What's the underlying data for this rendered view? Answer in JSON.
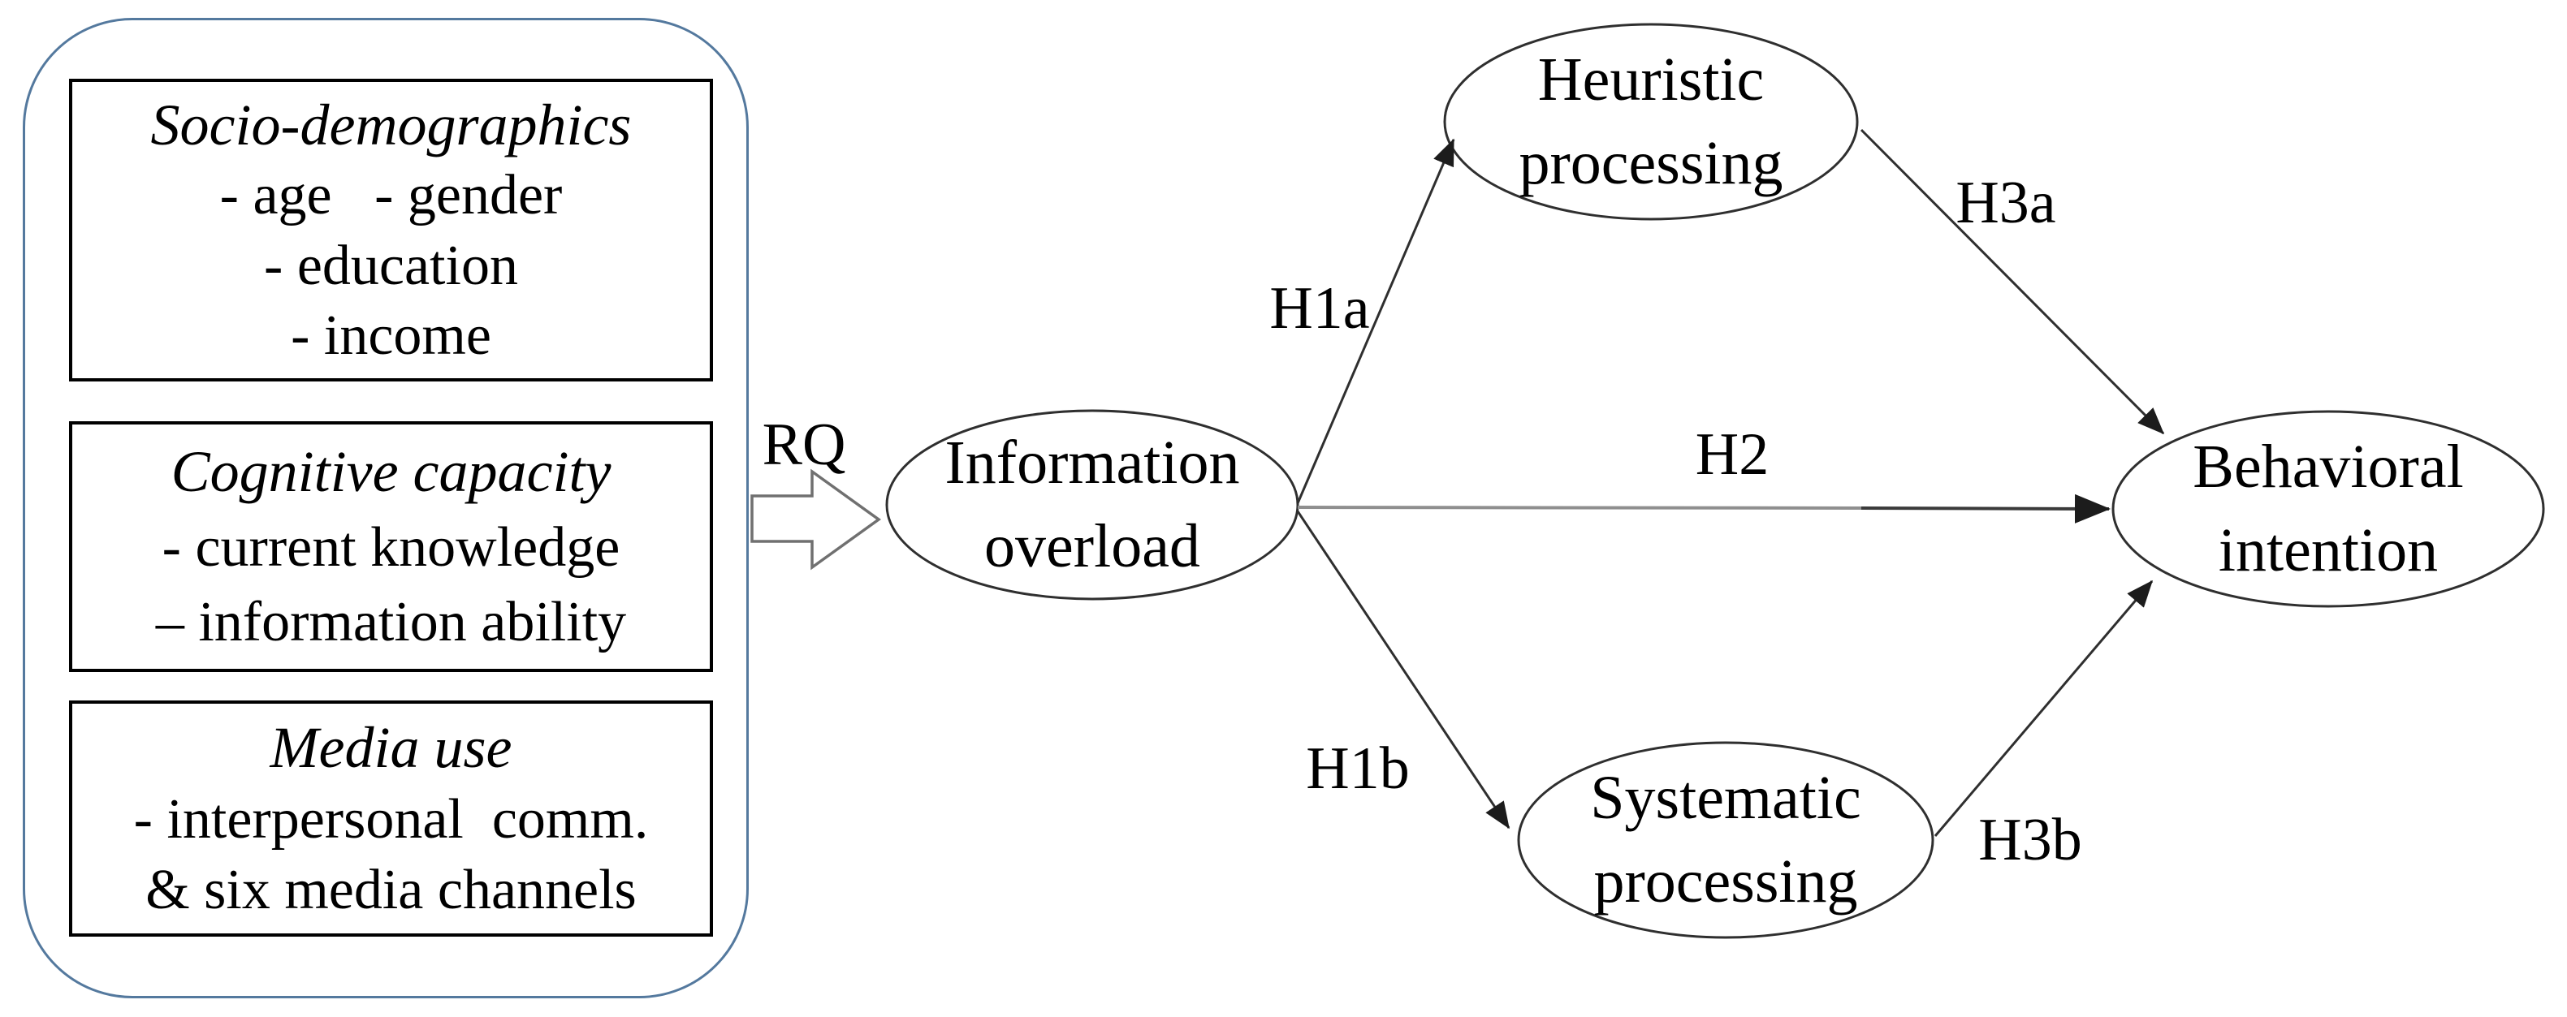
{
  "panel": {
    "boxes": [
      {
        "title": "Socio-demographics",
        "items": [
          "- age   - gender",
          "- education",
          "- income"
        ]
      },
      {
        "title": "Cognitive capacity",
        "items": [
          "- current knowledge",
          "– information ability"
        ]
      },
      {
        "title": "Media use",
        "items": [
          "- interpersonal  comm.",
          "& six media channels"
        ]
      }
    ]
  },
  "rq": {
    "label": "RQ"
  },
  "nodes": {
    "information_overload": {
      "lines": [
        "Information",
        "overload"
      ]
    },
    "heuristic_processing": {
      "lines": [
        "Heuristic",
        "processing"
      ]
    },
    "systematic_processing": {
      "lines": [
        "Systematic",
        "processing"
      ]
    },
    "behavioral_intention": {
      "lines": [
        "Behavioral",
        "intention"
      ]
    }
  },
  "hypothesis_labels": {
    "h1a": "H1a",
    "h1b": "H1b",
    "h2": "H2",
    "h3a": "H3a",
    "h3b": "H3b"
  },
  "colors": {
    "container_border": "#54799e",
    "shape_stroke": "#2f2f2f",
    "h2_gray_segment": "#8f8f8f",
    "text": "#000000"
  }
}
